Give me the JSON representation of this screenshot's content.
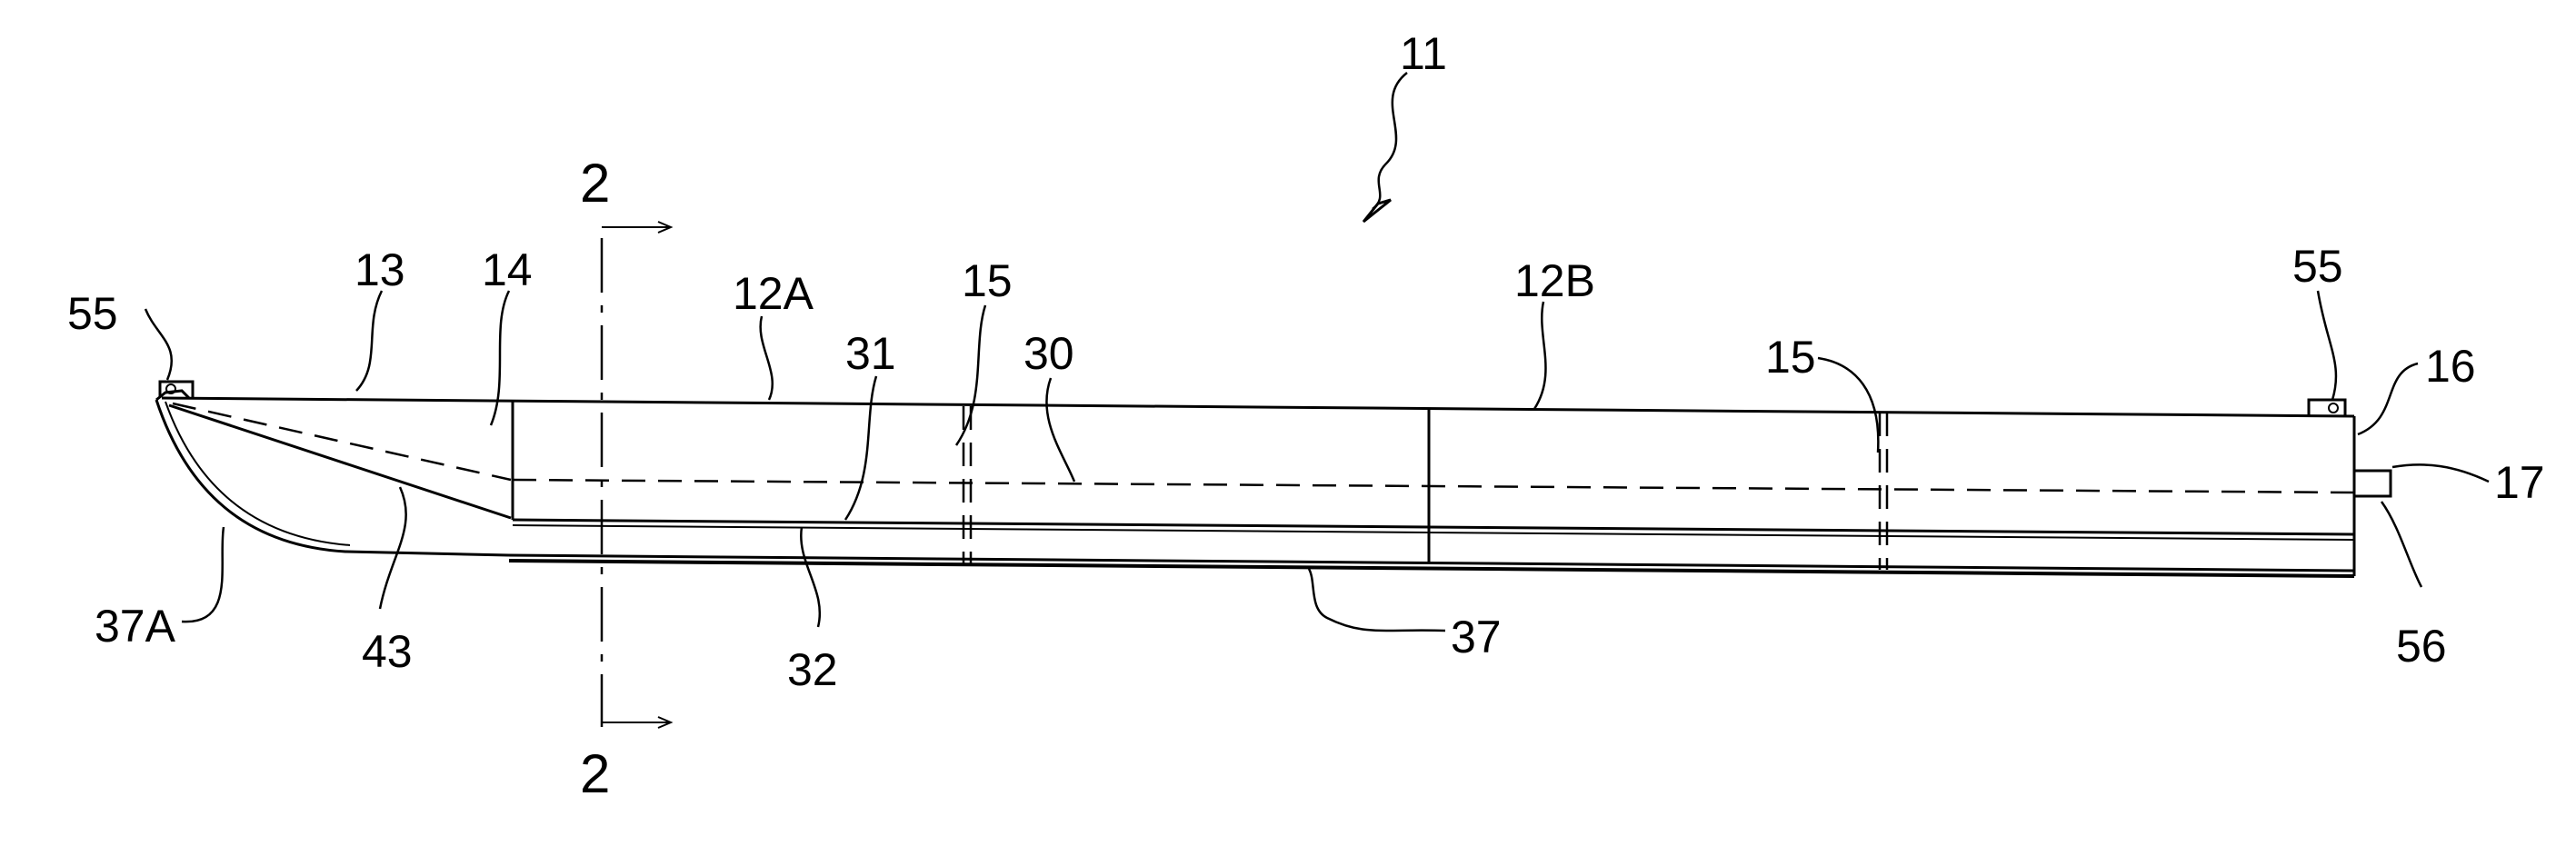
{
  "figure": {
    "labels": {
      "ref_11": "11",
      "ref_13": "13",
      "ref_14": "14",
      "ref_12a": "12A",
      "ref_15_left": "15",
      "ref_31": "31",
      "ref_30": "30",
      "ref_12b": "12B",
      "ref_15_right": "15",
      "ref_55_left": "55",
      "ref_55_right": "55",
      "ref_16": "16",
      "ref_17": "17",
      "ref_56": "56",
      "ref_37a": "37A",
      "ref_43": "43",
      "ref_32": "32",
      "ref_37": "37",
      "section_top": "2",
      "section_bottom": "2"
    }
  }
}
